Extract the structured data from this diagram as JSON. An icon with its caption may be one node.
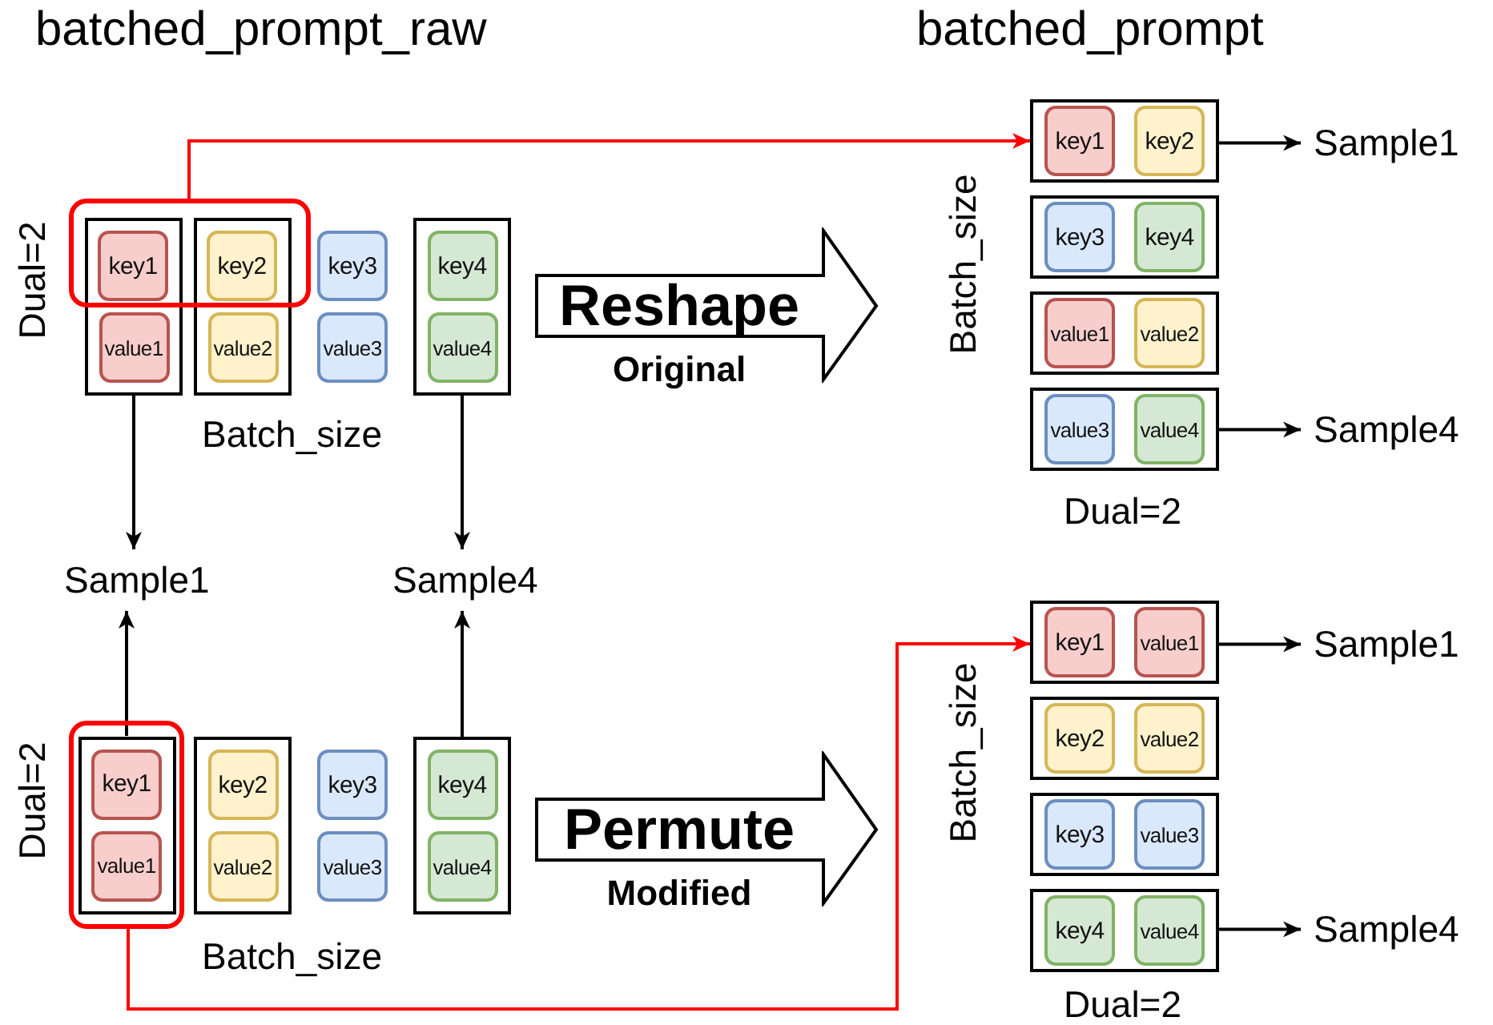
{
  "diagram": {
    "nodes": [
      {
        "text": [],
        "shape": "box"
      },
      {
        "text": [
          "key1"
        ]
      },
      {
        "text": [
          "value1"
        ],
        "in": 0
      },
      {
        "text": [],
        "shape": "box"
      },
      {
        "text": [
          "key2"
        ]
      },
      {
        "text": [
          "value2"
        ],
        "in": 3
      },
      {
        "text": [
          "key3"
        ]
      },
      {
        "text": [
          "value3"
        ]
      },
      {
        "text": [],
        "shape": "box"
      },
      {
        "text": [
          "key4"
        ],
        "in": 8
      },
      {
        "text": [
          "value4"
        ],
        "in": 8
      },
      {
        "text": [],
        "shape": "box"
      },
      {
        "text": [
          "Reshape",
          "Original"
        ]
      },
      {
        "text": [
          "Sample1"
        ]
      },
      {
        "text": [
          "Sample4"
        ]
      },
      {
        "text": [],
        "shape": "box"
      },
      {
        "text": [],
        "shape": "box",
        "in": 15
      },
      {
        "text": [
          "key1"
        ],
        "in": 16
      },
      {
        "text": [
          "value1"
        ],
        "in": 16
      },
      {
        "text": [],
        "shape": "box"
      },
      {
        "text": [
          "key2"
        ],
        "in": 19
      },
      {
        "text": [
          "value2"
        ],
        "in": 19
      },
      {
        "text": [
          "key3"
        ]
      },
      {
        "text": [
          "value3"
        ]
      },
      {
        "text": [],
        "shape": "box"
      },
      {
        "text": [
          "key4"
        ],
        "in": 24
      },
      {
        "text": [
          "value4"
        ],
        "in": 24
      },
      {
        "text": [
          "Permute",
          "Modified"
        ]
      },
      {
        "text": [],
        "shape": "box"
      },
      {
        "text": [
          "key1"
        ],
        "in": 28
      },
      {
        "text": [
          "key2"
        ],
        "in": 28
      },
      {
        "text": [],
        "shape": "box"
      },
      {
        "text": [
          "key3"
        ],
        "in": 31
      },
      {
        "text": [
          "key4"
        ],
        "in": 31
      },
      {
        "text": [],
        "shape": "box"
      },
      {
        "text": [
          "value1"
        ],
        "in": 34
      },
      {
        "text": [
          "value2"
        ],
        "in": 34
      },
      {
        "text": [],
        "shape": "box"
      },
      {
        "text": [
          "value3"
        ],
        "in": 37
      },
      {
        "text": [
          "value4"
        ],
        "in": 37
      },
      {
        "text": [
          "Sample1"
        ]
      },
      {
        "text": [
          "Sample4"
        ]
      },
      {
        "text": [],
        "shape": "box"
      },
      {
        "text": [
          "key1"
        ],
        "in": 42
      },
      {
        "text": [
          "value1"
        ],
        "in": 42
      },
      {
        "text": [],
        "shape": "box"
      },
      {
        "text": [
          "key2"
        ],
        "in": 45
      },
      {
        "text": [
          "value2"
        ],
        "in": 45
      },
      {
        "text": [],
        "shape": "box"
      },
      {
        "text": [
          "key3"
        ],
        "in": 48
      },
      {
        "text": [
          "value3"
        ],
        "in": 48
      },
      {
        "text": [],
        "shape": "box"
      },
      {
        "text": [
          "key4"
        ],
        "in": 51
      },
      {
        "text": [
          "value4"
        ],
        "in": 51
      },
      {
        "text": [
          "Sample1"
        ]
      },
      {
        "text": [
          "Sample4"
        ]
      }
    ],
    "edges": [
      {
        "from": 11,
        "to": 28,
        "arrow": "to",
        "color": "#ff0000"
      },
      {
        "from": 0,
        "to": 13,
        "arrow": "to"
      },
      {
        "from": 8,
        "to": 14,
        "arrow": "to"
      },
      {
        "from": 28,
        "to": 40,
        "arrow": "to"
      },
      {
        "from": 37,
        "to": 41,
        "arrow": "to"
      },
      {
        "from": 16,
        "to": 13,
        "arrow": "to"
      },
      {
        "from": 24,
        "to": 14,
        "arrow": "to"
      },
      {
        "from": 15,
        "to": 42,
        "arrow": "to",
        "color": "#ff0000"
      },
      {
        "from": 42,
        "to": 54,
        "arrow": "to"
      },
      {
        "from": 51,
        "to": 55,
        "arrow": "to"
      }
    ],
    "labels": [
      "batched_prompt_raw",
      "batched_prompt",
      "Dual=2",
      "Batch_size",
      "Batch_size",
      "Dual=2",
      "Dual=2",
      "Batch_size",
      "Batch_size",
      "Dual=2"
    ]
  }
}
